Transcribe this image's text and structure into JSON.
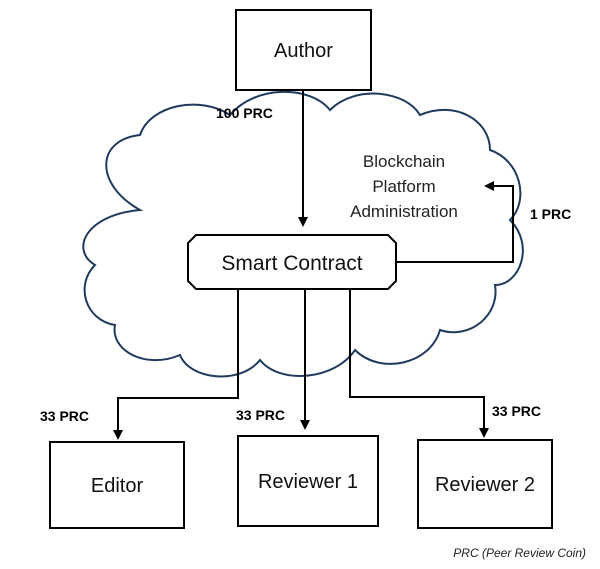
{
  "nodes": {
    "author": "Author",
    "smart_contract": "Smart Contract",
    "editor": "Editor",
    "reviewer1": "Reviewer 1",
    "reviewer2": "Reviewer 2"
  },
  "platform": {
    "line1": "Blockchain",
    "line2": "Platform",
    "line3": "Administration"
  },
  "flows": {
    "author_to_contract": "100 PRC",
    "contract_to_platform": "1 PRC",
    "contract_to_editor": "33 PRC",
    "contract_to_reviewer1": "33 PRC",
    "contract_to_reviewer2": "33 PRC"
  },
  "footnote": "PRC (Peer Review Coin)",
  "colors": {
    "cloud_outline": "#1f3a5c",
    "stroke": "#000000",
    "background": "#ffffff"
  }
}
